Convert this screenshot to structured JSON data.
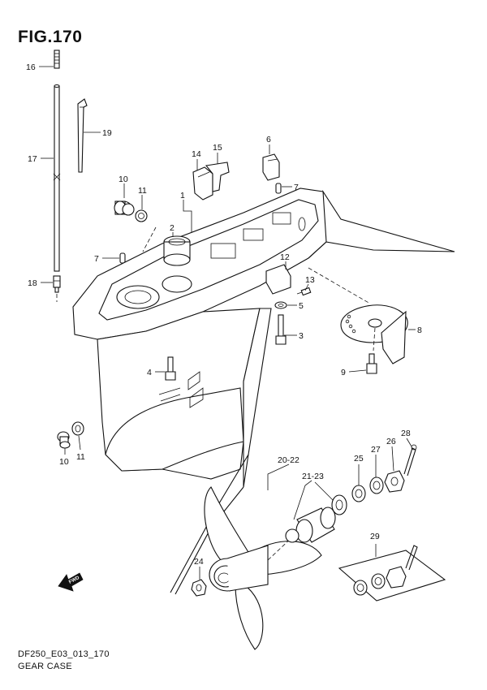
{
  "figure": {
    "title": "FIG.170",
    "model_code": "DF250_E03_013_170",
    "subtitle": "GEAR CASE"
  },
  "fwd_marker": "FWD",
  "callouts": [
    {
      "id": "c16",
      "label": "16"
    },
    {
      "id": "c17",
      "label": "17"
    },
    {
      "id": "c18",
      "label": "18"
    },
    {
      "id": "c19",
      "label": "19"
    },
    {
      "id": "c10a",
      "label": "10"
    },
    {
      "id": "c11a",
      "label": "11"
    },
    {
      "id": "c1",
      "label": "1"
    },
    {
      "id": "c2",
      "label": "2"
    },
    {
      "id": "c14",
      "label": "14"
    },
    {
      "id": "c15",
      "label": "15"
    },
    {
      "id": "c6",
      "label": "6"
    },
    {
      "id": "c7a",
      "label": "7"
    },
    {
      "id": "c7b",
      "label": "7"
    },
    {
      "id": "c12",
      "label": "12"
    },
    {
      "id": "c13",
      "label": "13"
    },
    {
      "id": "c5",
      "label": "5"
    },
    {
      "id": "c3",
      "label": "3"
    },
    {
      "id": "c8",
      "label": "8"
    },
    {
      "id": "c9",
      "label": "9"
    },
    {
      "id": "c4",
      "label": "4"
    },
    {
      "id": "c10b",
      "label": "10"
    },
    {
      "id": "c11b",
      "label": "11"
    },
    {
      "id": "c20",
      "label": "20-22"
    },
    {
      "id": "c21",
      "label": "21-23"
    },
    {
      "id": "c25",
      "label": "25"
    },
    {
      "id": "c27",
      "label": "27"
    },
    {
      "id": "c26",
      "label": "26"
    },
    {
      "id": "c28",
      "label": "28"
    },
    {
      "id": "c29",
      "label": "29"
    },
    {
      "id": "c24",
      "label": "24"
    }
  ]
}
